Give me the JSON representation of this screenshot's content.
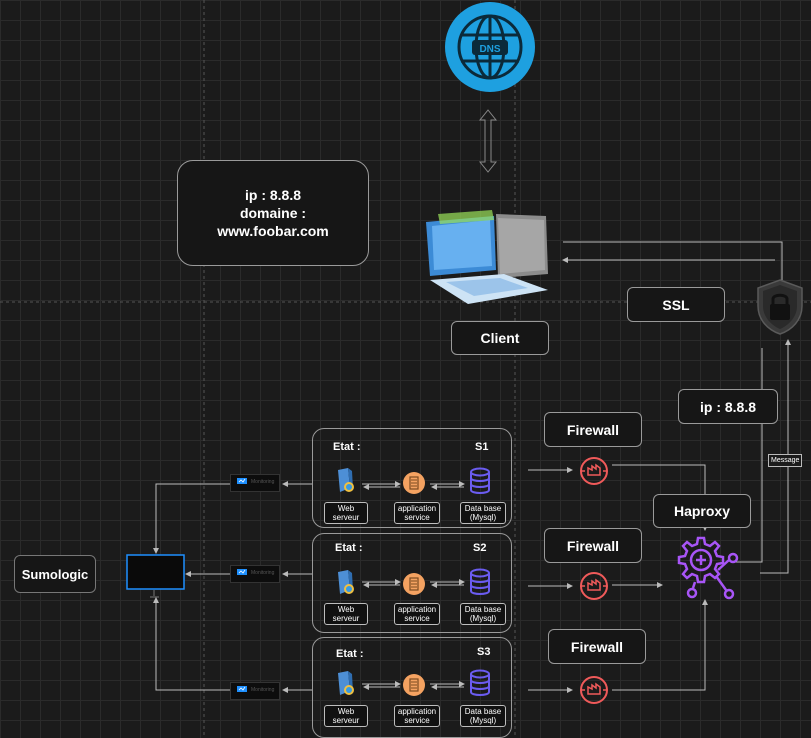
{
  "dns": {
    "label": "DNS"
  },
  "info": {
    "line1": "ip : 8.8.8",
    "line2": "domaine :",
    "line3": "www.foobar.com"
  },
  "client": {
    "label": "Client"
  },
  "ssl": {
    "label": "SSL"
  },
  "ip_box": {
    "label": "ip : 8.8.8"
  },
  "message": {
    "label": "Message"
  },
  "haproxy": {
    "label": "Haproxy"
  },
  "sumologic": {
    "label": "Sumologic"
  },
  "firewalls": [
    {
      "label": "Firewall"
    },
    {
      "label": "Firewall"
    },
    {
      "label": "Firewall"
    }
  ],
  "servers": [
    {
      "etat": "Etat :",
      "name": "S1",
      "web": [
        "Web",
        "serveur"
      ],
      "app": [
        "application",
        "service"
      ],
      "db": [
        "Data base",
        "(Mysql)"
      ]
    },
    {
      "etat": "Etat :",
      "name": "S2",
      "web": [
        "Web",
        "serveur"
      ],
      "app": [
        "application",
        "service"
      ],
      "db": [
        "Data base",
        "(Mysql)"
      ]
    },
    {
      "etat": "Etat :",
      "name": "S3",
      "web": [
        "Web",
        "serveur"
      ],
      "app": [
        "application",
        "service"
      ],
      "db": [
        "Data base",
        "(Mysql)"
      ]
    }
  ],
  "monitoring": {
    "label": "Monitoring"
  },
  "colors": {
    "dns_blue": "#1ea0e0",
    "haproxy_purple": "#a855f7",
    "firewall_red": "#f05a5a",
    "db_purple": "#6b5cf0",
    "app_orange": "#f4a261",
    "monitor_blue": "#1e90ff"
  }
}
